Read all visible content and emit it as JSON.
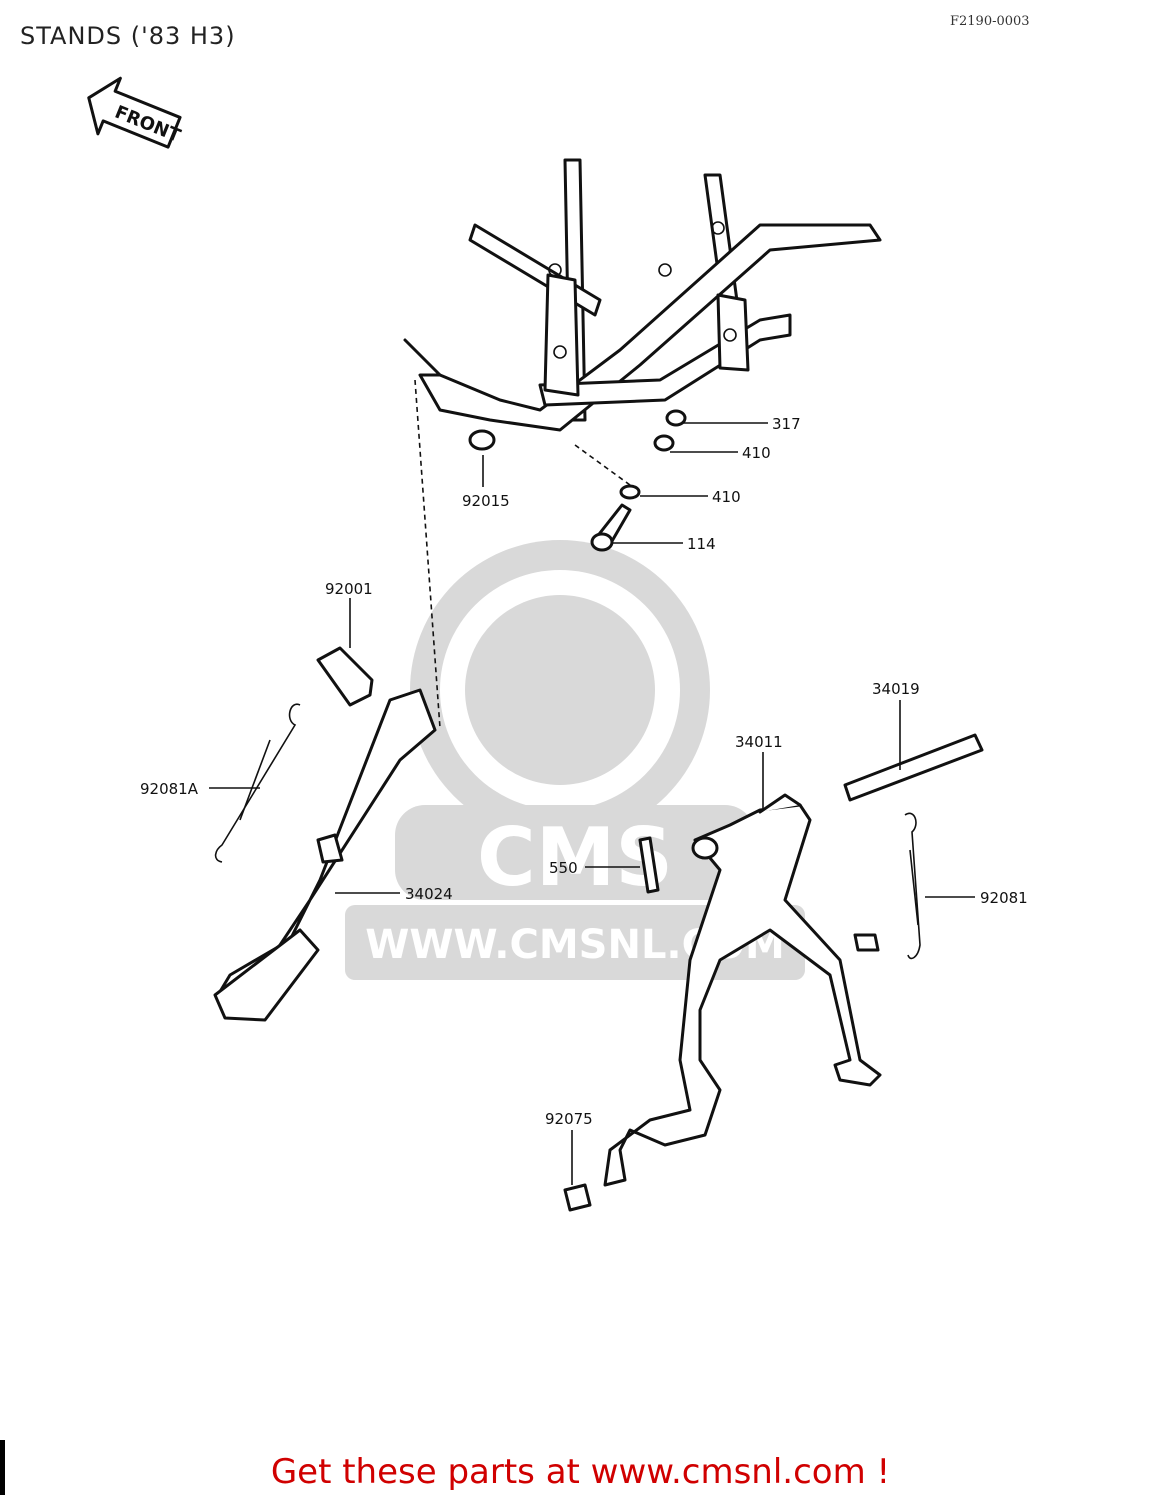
{
  "header": {
    "title": "STANDS ('83 H3)",
    "ref_code": "F2190-0003"
  },
  "front_arrow": {
    "label": "FRONT"
  },
  "callouts": [
    {
      "id": "317",
      "label": "317"
    },
    {
      "id": "410a",
      "label": "410"
    },
    {
      "id": "92015",
      "label": "92015"
    },
    {
      "id": "410b",
      "label": "410"
    },
    {
      "id": "114",
      "label": "114"
    },
    {
      "id": "92001",
      "label": "92001"
    },
    {
      "id": "34019",
      "label": "34019"
    },
    {
      "id": "34011",
      "label": "34011"
    },
    {
      "id": "92081A",
      "label": "92081A"
    },
    {
      "id": "550",
      "label": "550"
    },
    {
      "id": "34024",
      "label": "34024"
    },
    {
      "id": "92081",
      "label": "92081"
    },
    {
      "id": "92075",
      "label": "92075"
    }
  ],
  "watermark": {
    "brand": "CMS",
    "url": "WWW.CMSNL.COM"
  },
  "footer": {
    "text": "Get these parts at www.cmsnl.com !",
    "color": "#d00000"
  }
}
